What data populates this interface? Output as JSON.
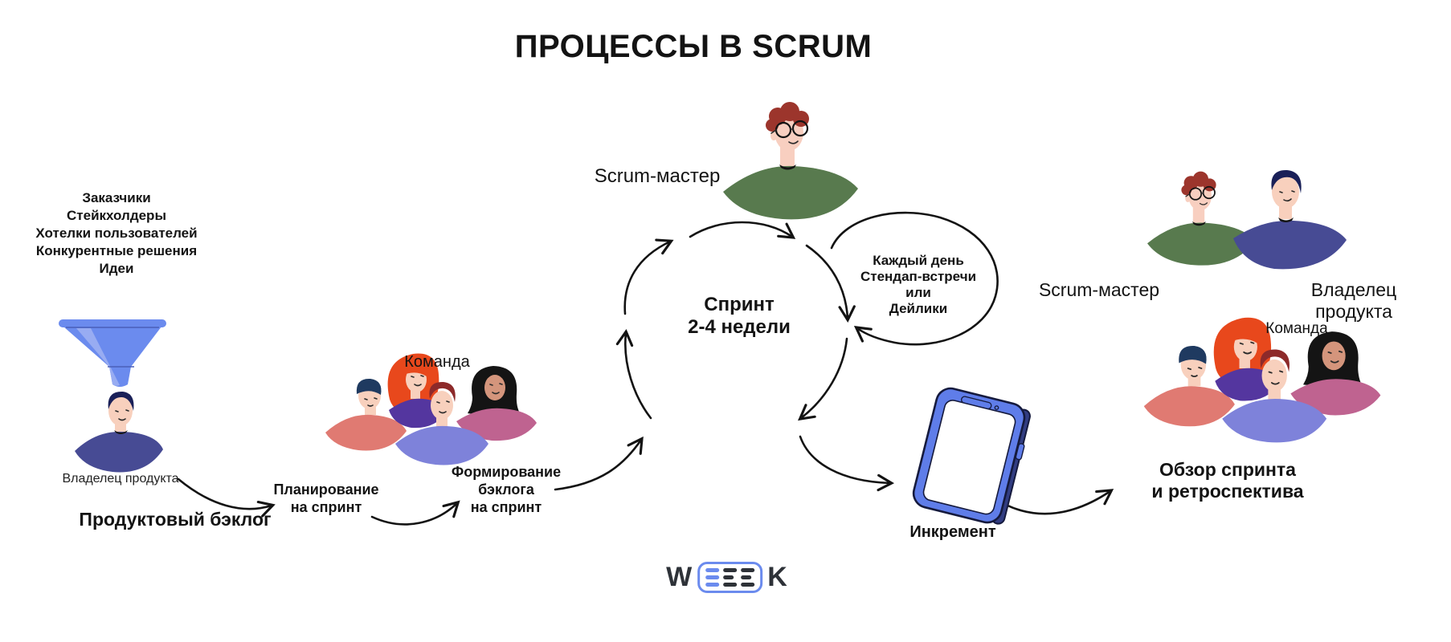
{
  "title": "ПРОЦЕССЫ В SCRUM",
  "funnel": {
    "inputs": [
      "Заказчики",
      "Стейкхолдеры",
      "Хотелки пользователей",
      "Конкурентные решения",
      "Идеи"
    ],
    "owner_caption": "Владелец продукта",
    "backlog_label": "Продуктовый бэклог"
  },
  "flow": {
    "sprint_planning": "Планирование\nна спринт",
    "team_label": "Команда",
    "backlog_forming": "Формирование\nбэклога\nна спринт",
    "scrum_master_label": "Scrum-мастер",
    "sprint_cycle": "Спринт\n2-4 недели",
    "daily_loop": "Каждый день\nСтендап-встречи\nили\nДейлики",
    "increment_label": "Инкремент"
  },
  "review": {
    "scrum_master_label": "Scrum-мастер",
    "product_owner_label": "Владелец продукта",
    "team_label": "Команда",
    "summary": "Обзор спринта\nи ретроспектива"
  },
  "logo": {
    "brand": "WEEEK",
    "letter_w": "W",
    "letter_k": "K"
  },
  "icons": {
    "funnel": "funnel-icon",
    "increment": "smartphone-icon",
    "people": [
      "product-owner-illustration",
      "team-illustration",
      "scrum-master-illustration"
    ]
  },
  "colors": {
    "ink": "#131313",
    "accent_blue": "#6b8bee",
    "phone_blue": "#5f7de9",
    "navy_shirt": "#474b94",
    "navy_hair": "#1a2058",
    "green_shirt": "#587a4e",
    "red_hair": "#9c352c",
    "orange_hair": "#e8481c",
    "salmon_shirt": "#e07a72",
    "purple_shirt": "#54369f",
    "periwinkle_shirt": "#7e82da",
    "mauve_shirt": "#bf6390",
    "maroon_hair": "#8d2a2a",
    "logo_dark": "#2e3238"
  }
}
